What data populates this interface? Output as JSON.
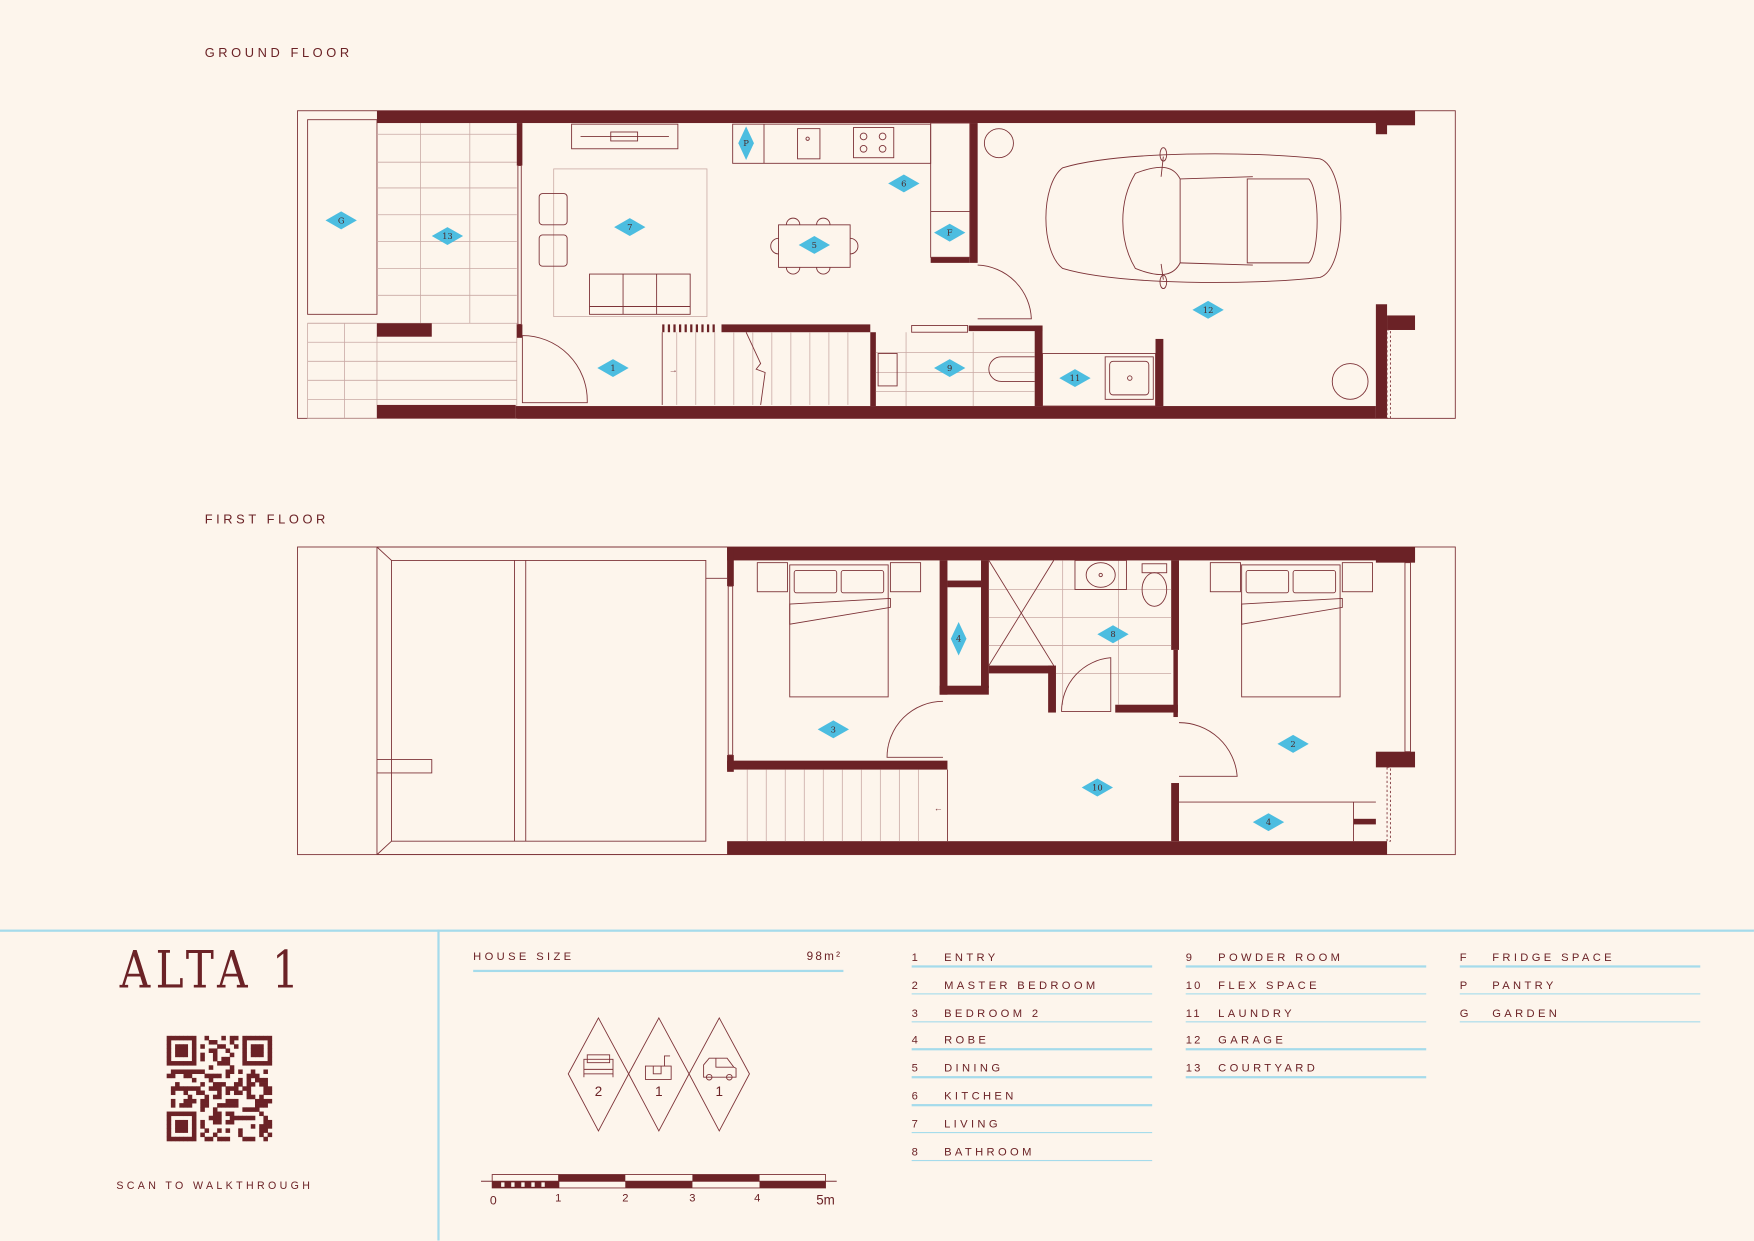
{
  "plans": {
    "ground_floor": {
      "title": "GROUND FLOOR",
      "labels": {
        "G": "G",
        "13": "13",
        "P": "P",
        "7": "7",
        "5": "5",
        "6": "6",
        "F": "F",
        "1": "1",
        "9": "9",
        "11": "11",
        "12": "12"
      }
    },
    "first_floor": {
      "title": "FIRST FLOOR",
      "labels": {
        "4a": "4",
        "8": "8",
        "3": "3",
        "2": "2",
        "10": "10",
        "4b": "4"
      }
    }
  },
  "house": {
    "name": "ALTA 1",
    "qr_caption": "SCAN TO WALKTHROUGH",
    "qr_icon": "qr-code",
    "size_label": "HOUSE SIZE",
    "size_value": "98m²",
    "features": [
      {
        "icon": "bed-icon",
        "count": "2"
      },
      {
        "icon": "bath-icon",
        "count": "1"
      },
      {
        "icon": "car-icon",
        "count": "1"
      }
    ],
    "scale_bar": {
      "ticks": [
        "0",
        "1",
        "2",
        "3",
        "4",
        "5m"
      ]
    }
  },
  "legend": [
    [
      {
        "key": "1",
        "label": "ENTRY"
      },
      {
        "key": "2",
        "label": "MASTER BEDROOM"
      },
      {
        "key": "3",
        "label": "BEDROOM 2"
      },
      {
        "key": "4",
        "label": "ROBE"
      },
      {
        "key": "5",
        "label": "DINING"
      },
      {
        "key": "6",
        "label": "KITCHEN"
      },
      {
        "key": "7",
        "label": "LIVING"
      },
      {
        "key": "8",
        "label": "BATHROOM"
      }
    ],
    [
      {
        "key": "9",
        "label": "POWDER ROOM"
      },
      {
        "key": "10",
        "label": "FLEX SPACE"
      },
      {
        "key": "11",
        "label": "LAUNDRY"
      },
      {
        "key": "12",
        "label": "GARAGE"
      },
      {
        "key": "13",
        "label": "COURTYARD"
      }
    ],
    [
      {
        "key": "F",
        "label": "FRIDGE SPACE"
      },
      {
        "key": "P",
        "label": "PANTRY"
      },
      {
        "key": "G",
        "label": "GARDEN"
      }
    ]
  ],
  "colors": {
    "background": "#fdf5ec",
    "brand": "#6b2226",
    "marker": "#4cbde0",
    "rule": "#a5dbeb"
  }
}
